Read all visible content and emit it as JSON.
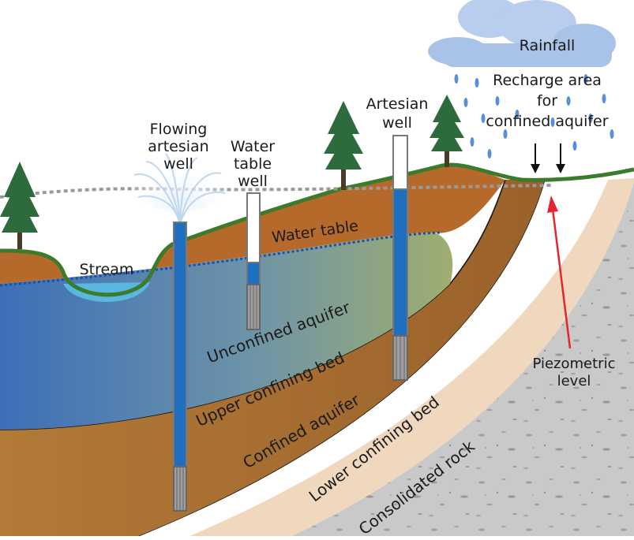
{
  "labels": {
    "rainfall": "Rainfall",
    "recharge_line1": "Recharge area",
    "recharge_line2": "for",
    "recharge_line3": "confined aquifer",
    "artesian_line1": "Artesian",
    "artesian_line2": "well",
    "flowing_line1": "Flowing",
    "flowing_line2": "artesian",
    "flowing_line3": "well",
    "watertable_well_line1": "Water",
    "watertable_well_line2": "table",
    "watertable_well_line3": "well",
    "stream": "Stream",
    "water_table": "Water table",
    "unconfined_aquifer": "Unconfined aquifer",
    "upper_confining_bed": "Upper confining bed",
    "confined_aquifer": "Confined aquifer",
    "lower_confining_bed": "Lower confining bed",
    "consolidated_rock": "Consolidated rock",
    "piezometric_line1": "Piezometric",
    "piezometric_line2": "level"
  },
  "colors": {
    "rock": "#c8c8c8",
    "lower_bed": "#efd8bd",
    "confined_aquifer": "#ffffff",
    "upper_bed": "#a9702f",
    "unconfined_soil": "#b56a2b",
    "groundwater": "#4a7fc0",
    "grass": "#3c7a2c",
    "stream": "#59b7e0",
    "well_water": "#1f6fc0",
    "arrow_red": "#e3262d",
    "cloud": "#a9c2e8",
    "tree": "#2e6b3c"
  }
}
